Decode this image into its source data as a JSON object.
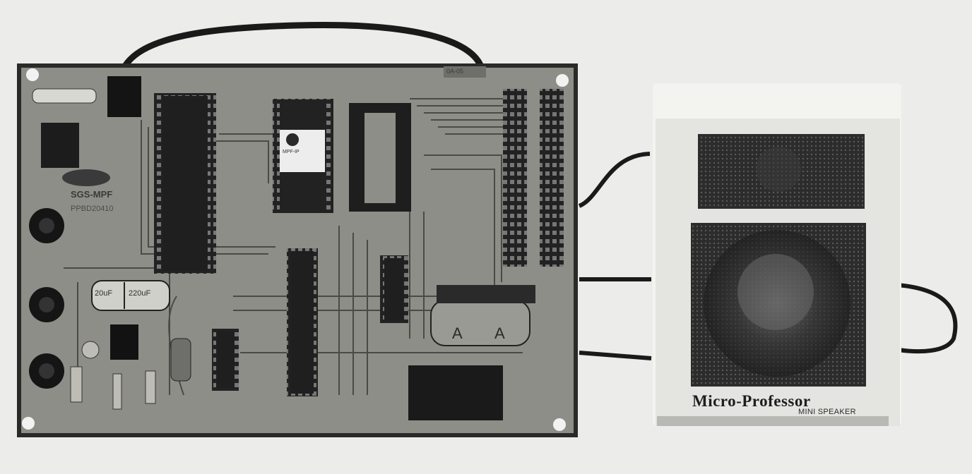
{
  "speaker": {
    "brand": "Micro-Professor",
    "subtitle": "MINI SPEAKER"
  },
  "board": {
    "silkscreen_name": "SGS-MPF",
    "silkscreen_code": "PPBD20410",
    "connector_label": "0A-05",
    "cap_left": "20uF",
    "cap_right": "220uF",
    "chip_label": "MPF-IP"
  },
  "colors": {
    "background": "#ececea",
    "pcb": "#8a8a84",
    "speaker_body": "#e8e8e4",
    "grille": "#2f2f2f"
  }
}
